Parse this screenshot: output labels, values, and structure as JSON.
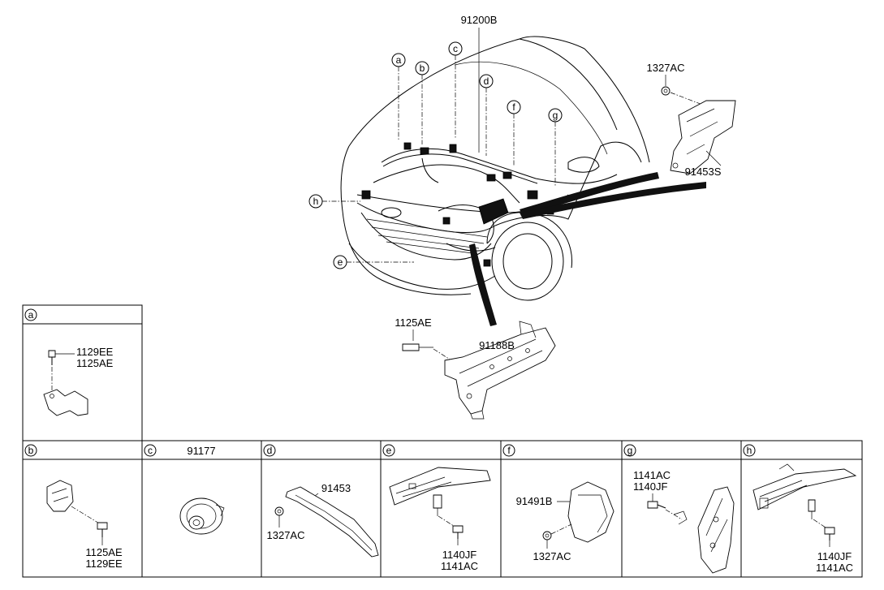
{
  "main": {
    "harness": "91200B",
    "callouts": [
      "a",
      "b",
      "c",
      "d",
      "f",
      "g",
      "h",
      "e"
    ],
    "right_nut": "1327AC",
    "right_bracket": "91453S",
    "cross_bolt": "1125AE",
    "cross_member": "91188B"
  },
  "panels": {
    "a": {
      "letter": "a",
      "labels": [
        "1129EE",
        "1125AE"
      ]
    },
    "b": {
      "letter": "b",
      "labels": [
        "1125AE",
        "1129EE"
      ]
    },
    "c": {
      "letter": "c",
      "title": "91177"
    },
    "d": {
      "letter": "d",
      "labels": [
        "91453",
        "1327AC"
      ]
    },
    "e": {
      "letter": "e",
      "labels": [
        "1140JF",
        "1141AC"
      ]
    },
    "f": {
      "letter": "f",
      "labels": [
        "91491B",
        "1327AC"
      ]
    },
    "g": {
      "letter": "g",
      "labels": [
        "1141AC",
        "1140JF"
      ]
    },
    "h": {
      "letter": "h",
      "labels": [
        "1140JF",
        "1141AC"
      ]
    }
  }
}
